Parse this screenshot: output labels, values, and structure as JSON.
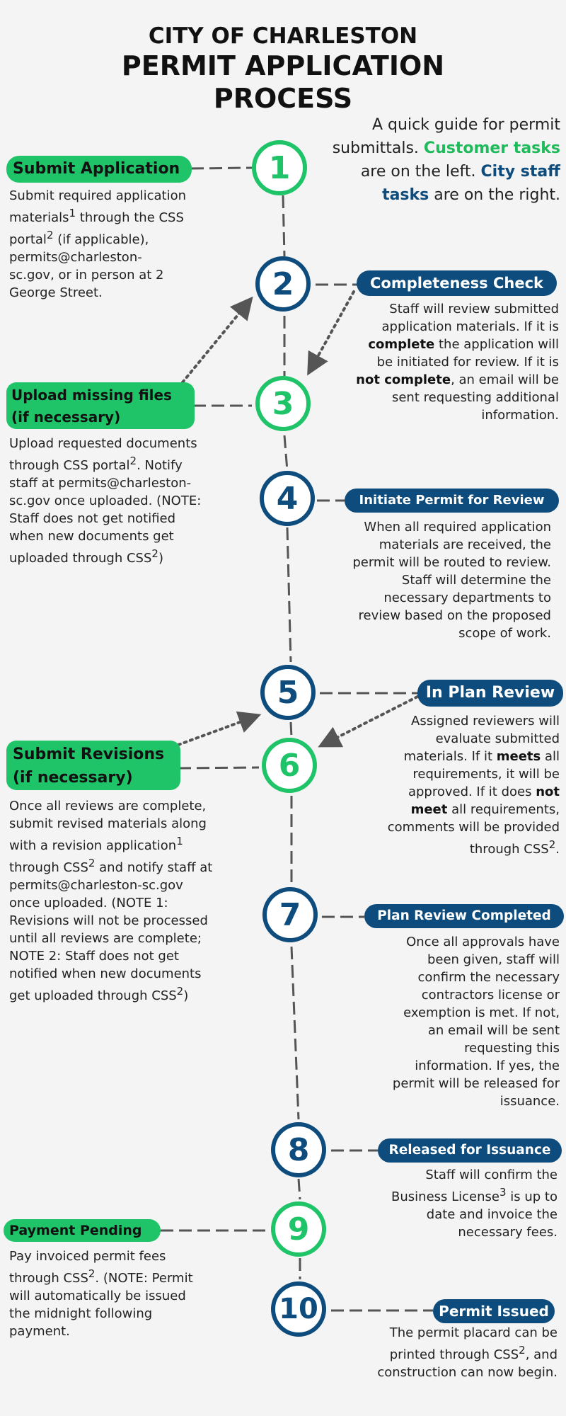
{
  "header": {
    "city": "CITY OF CHARLESTON",
    "title_line1": "PERMIT APPLICATION",
    "title_line2": "PROCESS"
  },
  "intro": {
    "text1": "A quick guide for permit submittals.",
    "customer_tasks": "Customer tasks",
    "text2": "are on the left.",
    "staff_tasks": "City staff tasks",
    "text3": "are on the right."
  },
  "colors": {
    "customer_green": "#1fc468",
    "staff_blue": "#0d4c7c",
    "background": "#f4f4f4"
  },
  "steps": [
    {
      "num": "1",
      "side": "customer"
    },
    {
      "num": "2",
      "side": "staff"
    },
    {
      "num": "3",
      "side": "customer"
    },
    {
      "num": "4",
      "side": "staff"
    },
    {
      "num": "5",
      "side": "staff"
    },
    {
      "num": "6",
      "side": "customer"
    },
    {
      "num": "7",
      "side": "staff"
    },
    {
      "num": "8",
      "side": "staff"
    },
    {
      "num": "9",
      "side": "customer"
    },
    {
      "num": "10",
      "side": "staff"
    }
  ],
  "tasks": {
    "submit_application": {
      "label": "Submit Application",
      "d1": "Submit required application materials",
      "s1": "1",
      "d2": " through the CSS portal",
      "s2": "2",
      "d3": " (if applicable), permits@charleston-sc.gov, or in person at 2 George Street."
    },
    "completeness_check": {
      "label": "Completeness Check",
      "d1": "Staff will review submitted application materials. If it is ",
      "b1": "complete",
      "d2": " the application will be initiated for review. If it is ",
      "b2": "not complete",
      "d3": ", an email will be sent requesting additional information."
    },
    "upload_missing": {
      "label_line1": "Upload missing files",
      "label_line2": "(if necessary)",
      "d1": "Upload requested documents through CSS portal",
      "s1": "2",
      "d2": ". Notify staff at permits@charleston-sc.gov once uploaded. (NOTE: Staff does not get notified when new documents get uploaded through CSS",
      "s2": "2",
      "d3": ")"
    },
    "initiate_permit": {
      "label": "Initiate Permit for Review",
      "d1": "When all required application materials are received, the permit will be routed to review. Staff will determine the necessary departments to review based on the proposed scope of work."
    },
    "in_plan_review": {
      "label": "In Plan Review",
      "d1": "Assigned reviewers will evaluate submitted materials. If it ",
      "b1": "meets",
      "d2": " all requirements, it will be approved. If it does ",
      "b2": "not meet",
      "d3": " all requirements, comments will be provided through CSS",
      "s1": "2",
      "d4": "."
    },
    "submit_revisions": {
      "label_line1": "Submit Revisions",
      "label_line2": "(if necessary)",
      "d1": "Once all reviews are complete, submit revised materials along with a revision application",
      "s1": "1",
      "d2": " through CSS",
      "s2": "2",
      "d3": " and notify staff at permits@charleston-sc.gov once uploaded. (NOTE 1: Revisions will not be processed until all reviews are complete; NOTE 2: Staff does not get notified when new documents get uploaded through CSS",
      "s3": "2",
      "d4": ")"
    },
    "plan_review_completed": {
      "label": "Plan Review Completed",
      "d1": "Once all approvals have been given, staff will confirm the necessary contractors license or exemption is met. If not, an email will be sent requesting this information. If yes, the permit will be released for issuance."
    },
    "released_for_issuance": {
      "label": "Released for Issuance",
      "d1": "Staff will confirm the Business License",
      "s1": "3",
      "d2": " is up to date and invoice the necessary fees."
    },
    "payment_pending": {
      "label": "Payment Pending",
      "d1": "Pay invoiced permit fees through CSS",
      "s1": "2",
      "d2": ". (NOTE: Permit will automatically be issued the midnight following payment."
    },
    "permit_issued": {
      "label": "Permit Issued",
      "d1": "The permit placard can be printed through CSS",
      "s1": "2",
      "d2": ", and construction can now begin."
    }
  }
}
